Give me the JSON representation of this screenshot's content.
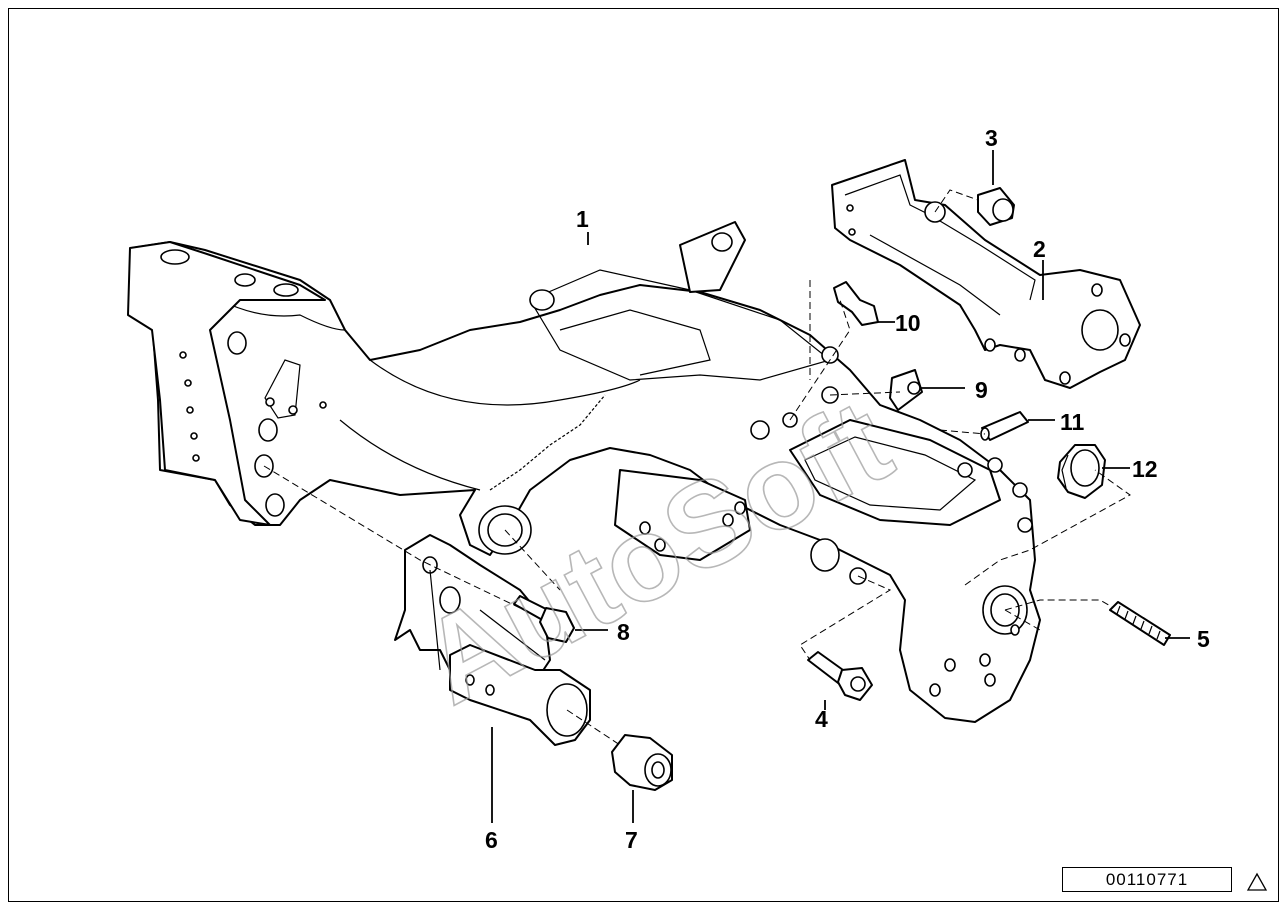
{
  "diagram": {
    "callouts": [
      "1",
      "2",
      "3",
      "4",
      "5",
      "6",
      "7",
      "8",
      "9",
      "10",
      "11",
      "12"
    ],
    "document_number": "00110771",
    "watermark": "AutoSoft",
    "icons": [
      "warning-triangle-icon"
    ]
  }
}
